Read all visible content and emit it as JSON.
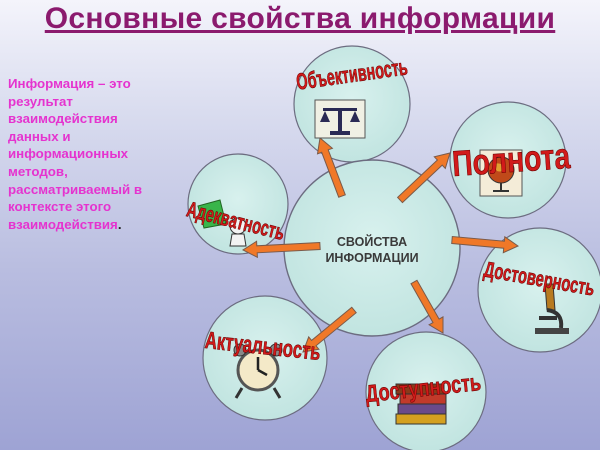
{
  "title": "Основные свойства информации",
  "definition": {
    "text": "Информация – это результат взаимодействия данных и информационных методов, рассматриваемый в контексте этого взаимодействия",
    "period": "."
  },
  "center": {
    "line1": "СВОЙСТВА",
    "line2": "ИНФОРМАЦИИ"
  },
  "properties": [
    {
      "label": "Объективность",
      "icon": "scales-icon"
    },
    {
      "label": "Полнота",
      "icon": "globe-icon"
    },
    {
      "label": "Адекватность",
      "icon": "chalkboard-icon"
    },
    {
      "label": "Достоверность",
      "icon": "microscope-icon"
    },
    {
      "label": "Актуальность",
      "icon": "alarm-clock-icon"
    },
    {
      "label": "Доступность",
      "icon": "books-icon"
    }
  ],
  "colors": {
    "title": "#8b1a6e",
    "definition": "#e533cf",
    "wordart": "#d11a1a",
    "arrow": "#f07828",
    "circle_fill": "#c6e8e4"
  }
}
